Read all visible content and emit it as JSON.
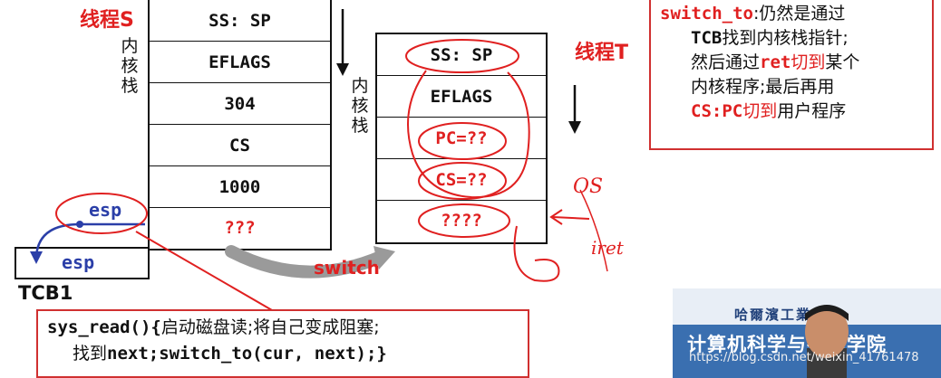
{
  "slide": {
    "thread_s_label": "线程S",
    "thread_t_label": "线程T",
    "kernel_stack_label": [
      "内",
      "核",
      "栈"
    ],
    "stack_s_cells": [
      "SS: SP",
      "EFLAGS",
      "304",
      "CS",
      "1000",
      "???"
    ],
    "stack_t_cells": [
      "SS: SP",
      "EFLAGS",
      "PC=??",
      "CS=??",
      "????"
    ],
    "esp_label_top": "esp",
    "esp_label_tcb": "esp",
    "tcb_label": "TCB1",
    "switch_label": "switch",
    "handwritten": [
      "OS",
      "iret"
    ],
    "note": {
      "line1_kw": "switch_to",
      "line1_text": ":仍然是通过",
      "line2_kw": "TCB",
      "line2_text": "找到内核栈指针;",
      "line3_a": "然后通过",
      "line3_kw": "ret",
      "line3_b": "切到",
      "line3_c": "某个",
      "line4": "内核程序;最后再用",
      "line5_kw": "CS:PC",
      "line5_b": "切到",
      "line5_c": "用户程序"
    },
    "code": {
      "line1_m": "sys_read(){",
      "line1_text": "启动磁盘读;将自己变成阻塞;",
      "line2_a": "找到",
      "line2_m": "next;switch_to(cur, next);}"
    },
    "webcam": {
      "banner": "计算机科学与技术学院",
      "calligraphy": "哈爾濱工業大學"
    },
    "watermark": "https://blog.csdn.net/weixin_41761478"
  },
  "colors": {
    "accent_red": "#e02020",
    "ink": "#111111",
    "arrow_blue": "#2b3fa8",
    "webcam_blue": "#3a6fb0"
  }
}
